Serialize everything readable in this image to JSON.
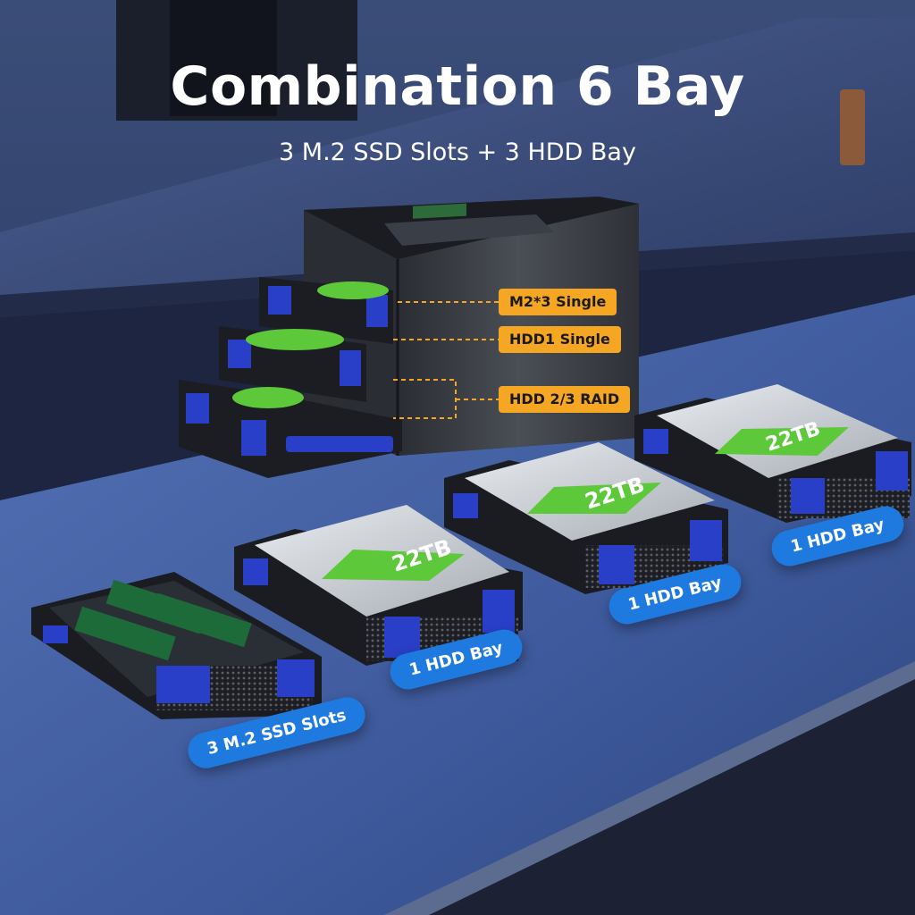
{
  "headline": {
    "title": "Combination 6 Bay",
    "subtitle": "3 M.2 SSD Slots + 3 HDD Bay"
  },
  "callouts": [
    {
      "text": "M2*3  Single"
    },
    {
      "text": "HDD1 Single"
    },
    {
      "text": "HDD 2/3 RAID"
    }
  ],
  "trays": [
    {
      "label": "3 M.2 SSD Slots"
    },
    {
      "label": "1 HDD Bay",
      "capacity": "22TB"
    },
    {
      "label": "1 HDD Bay",
      "capacity": "22TB"
    },
    {
      "label": "1 HDD Bay",
      "capacity": "22TB"
    }
  ],
  "colors": {
    "callout": "#f5a623",
    "pill": "#1f7ae0",
    "tray_accent": "#2a3fc8",
    "drive_label": "#5cc83a",
    "desk_mat": "#3e5a9c"
  }
}
